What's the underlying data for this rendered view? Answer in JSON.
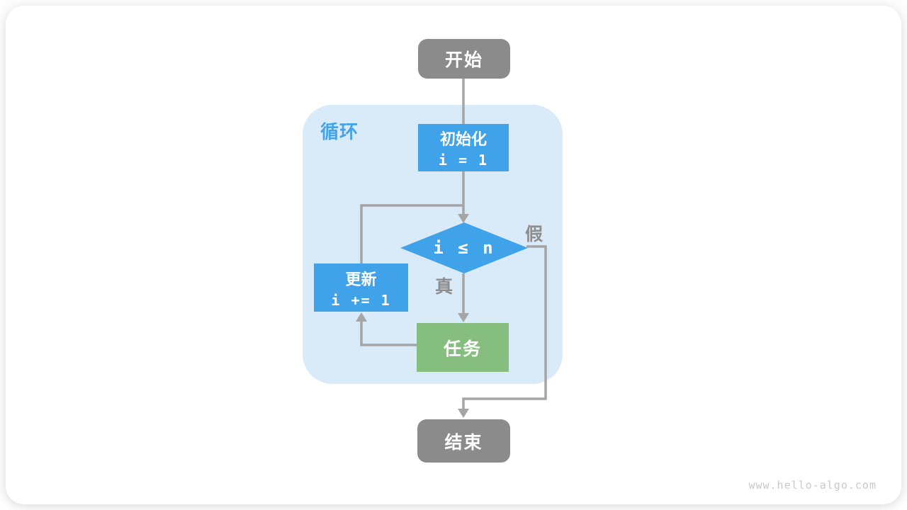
{
  "page": {
    "watermark": "www.hello-algo.com"
  },
  "colors": {
    "blue": "#40a2e8",
    "light_blue": "#d9eaf8",
    "green": "#86be80",
    "gray_node": "#8b8b8b",
    "line_gray": "#a5a5a5",
    "label_gray": "#8e8e8e",
    "loop_label_blue": "#45a3e8"
  },
  "loop_container": {
    "label": "循环"
  },
  "nodes": {
    "start": {
      "label": "开始"
    },
    "init": {
      "label": "初始化",
      "code": "i = 1"
    },
    "condition": {
      "code": "i ≤ n"
    },
    "update": {
      "label": "更新",
      "code": "i += 1"
    },
    "task": {
      "label": "任务"
    },
    "end": {
      "label": "结束"
    }
  },
  "edges": {
    "true_label": "真",
    "false_label": "假"
  }
}
